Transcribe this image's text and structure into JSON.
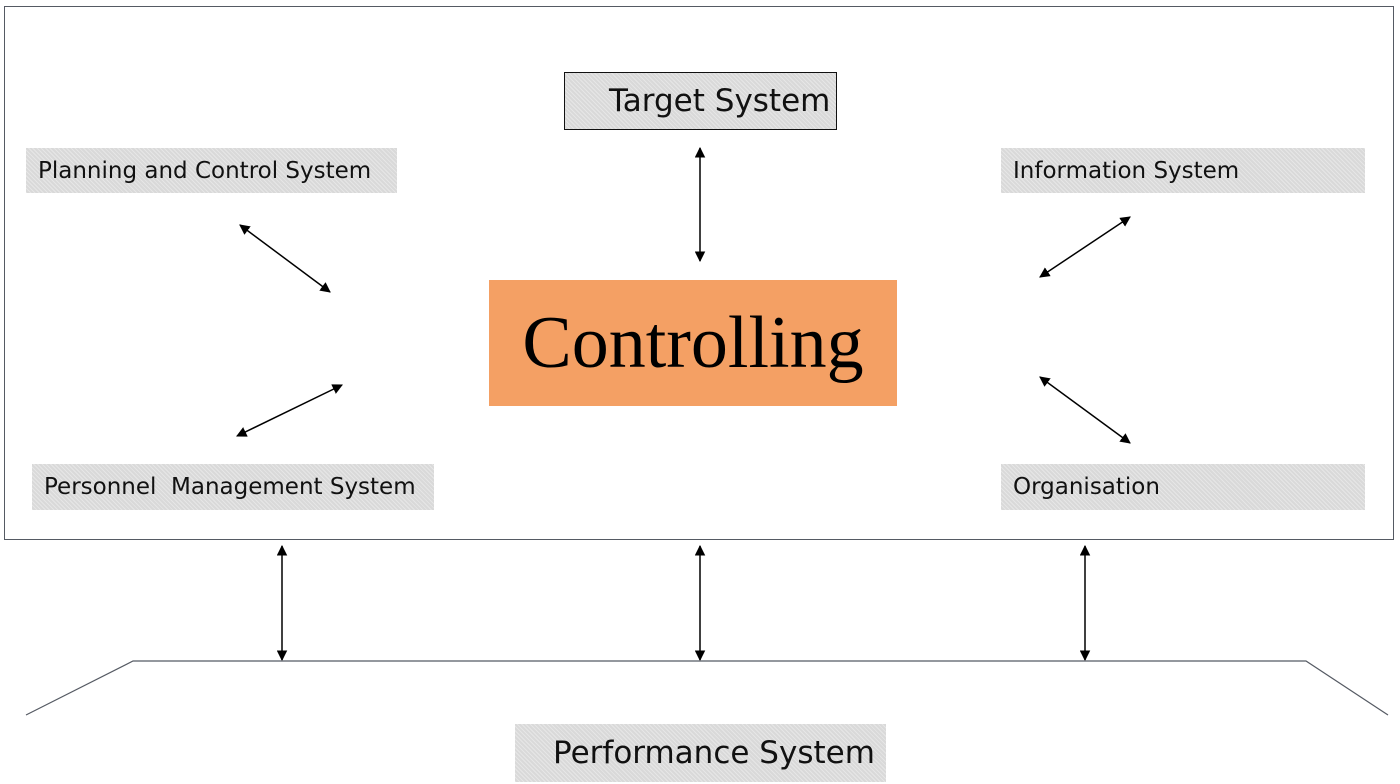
{
  "diagram": {
    "center_label": "Controlling",
    "target_label": "Target System",
    "planning_label": "Planning and Control System",
    "information_label": "Information System",
    "personnel_label": "Personnel  Management System",
    "organisation_label": "Organisation",
    "performance_label": "Performance System"
  },
  "colors": {
    "center_fill": "#f4a064",
    "label_fill": "#d9d9d9",
    "frame_stroke": "#555a63",
    "arrow_stroke": "#000000"
  }
}
